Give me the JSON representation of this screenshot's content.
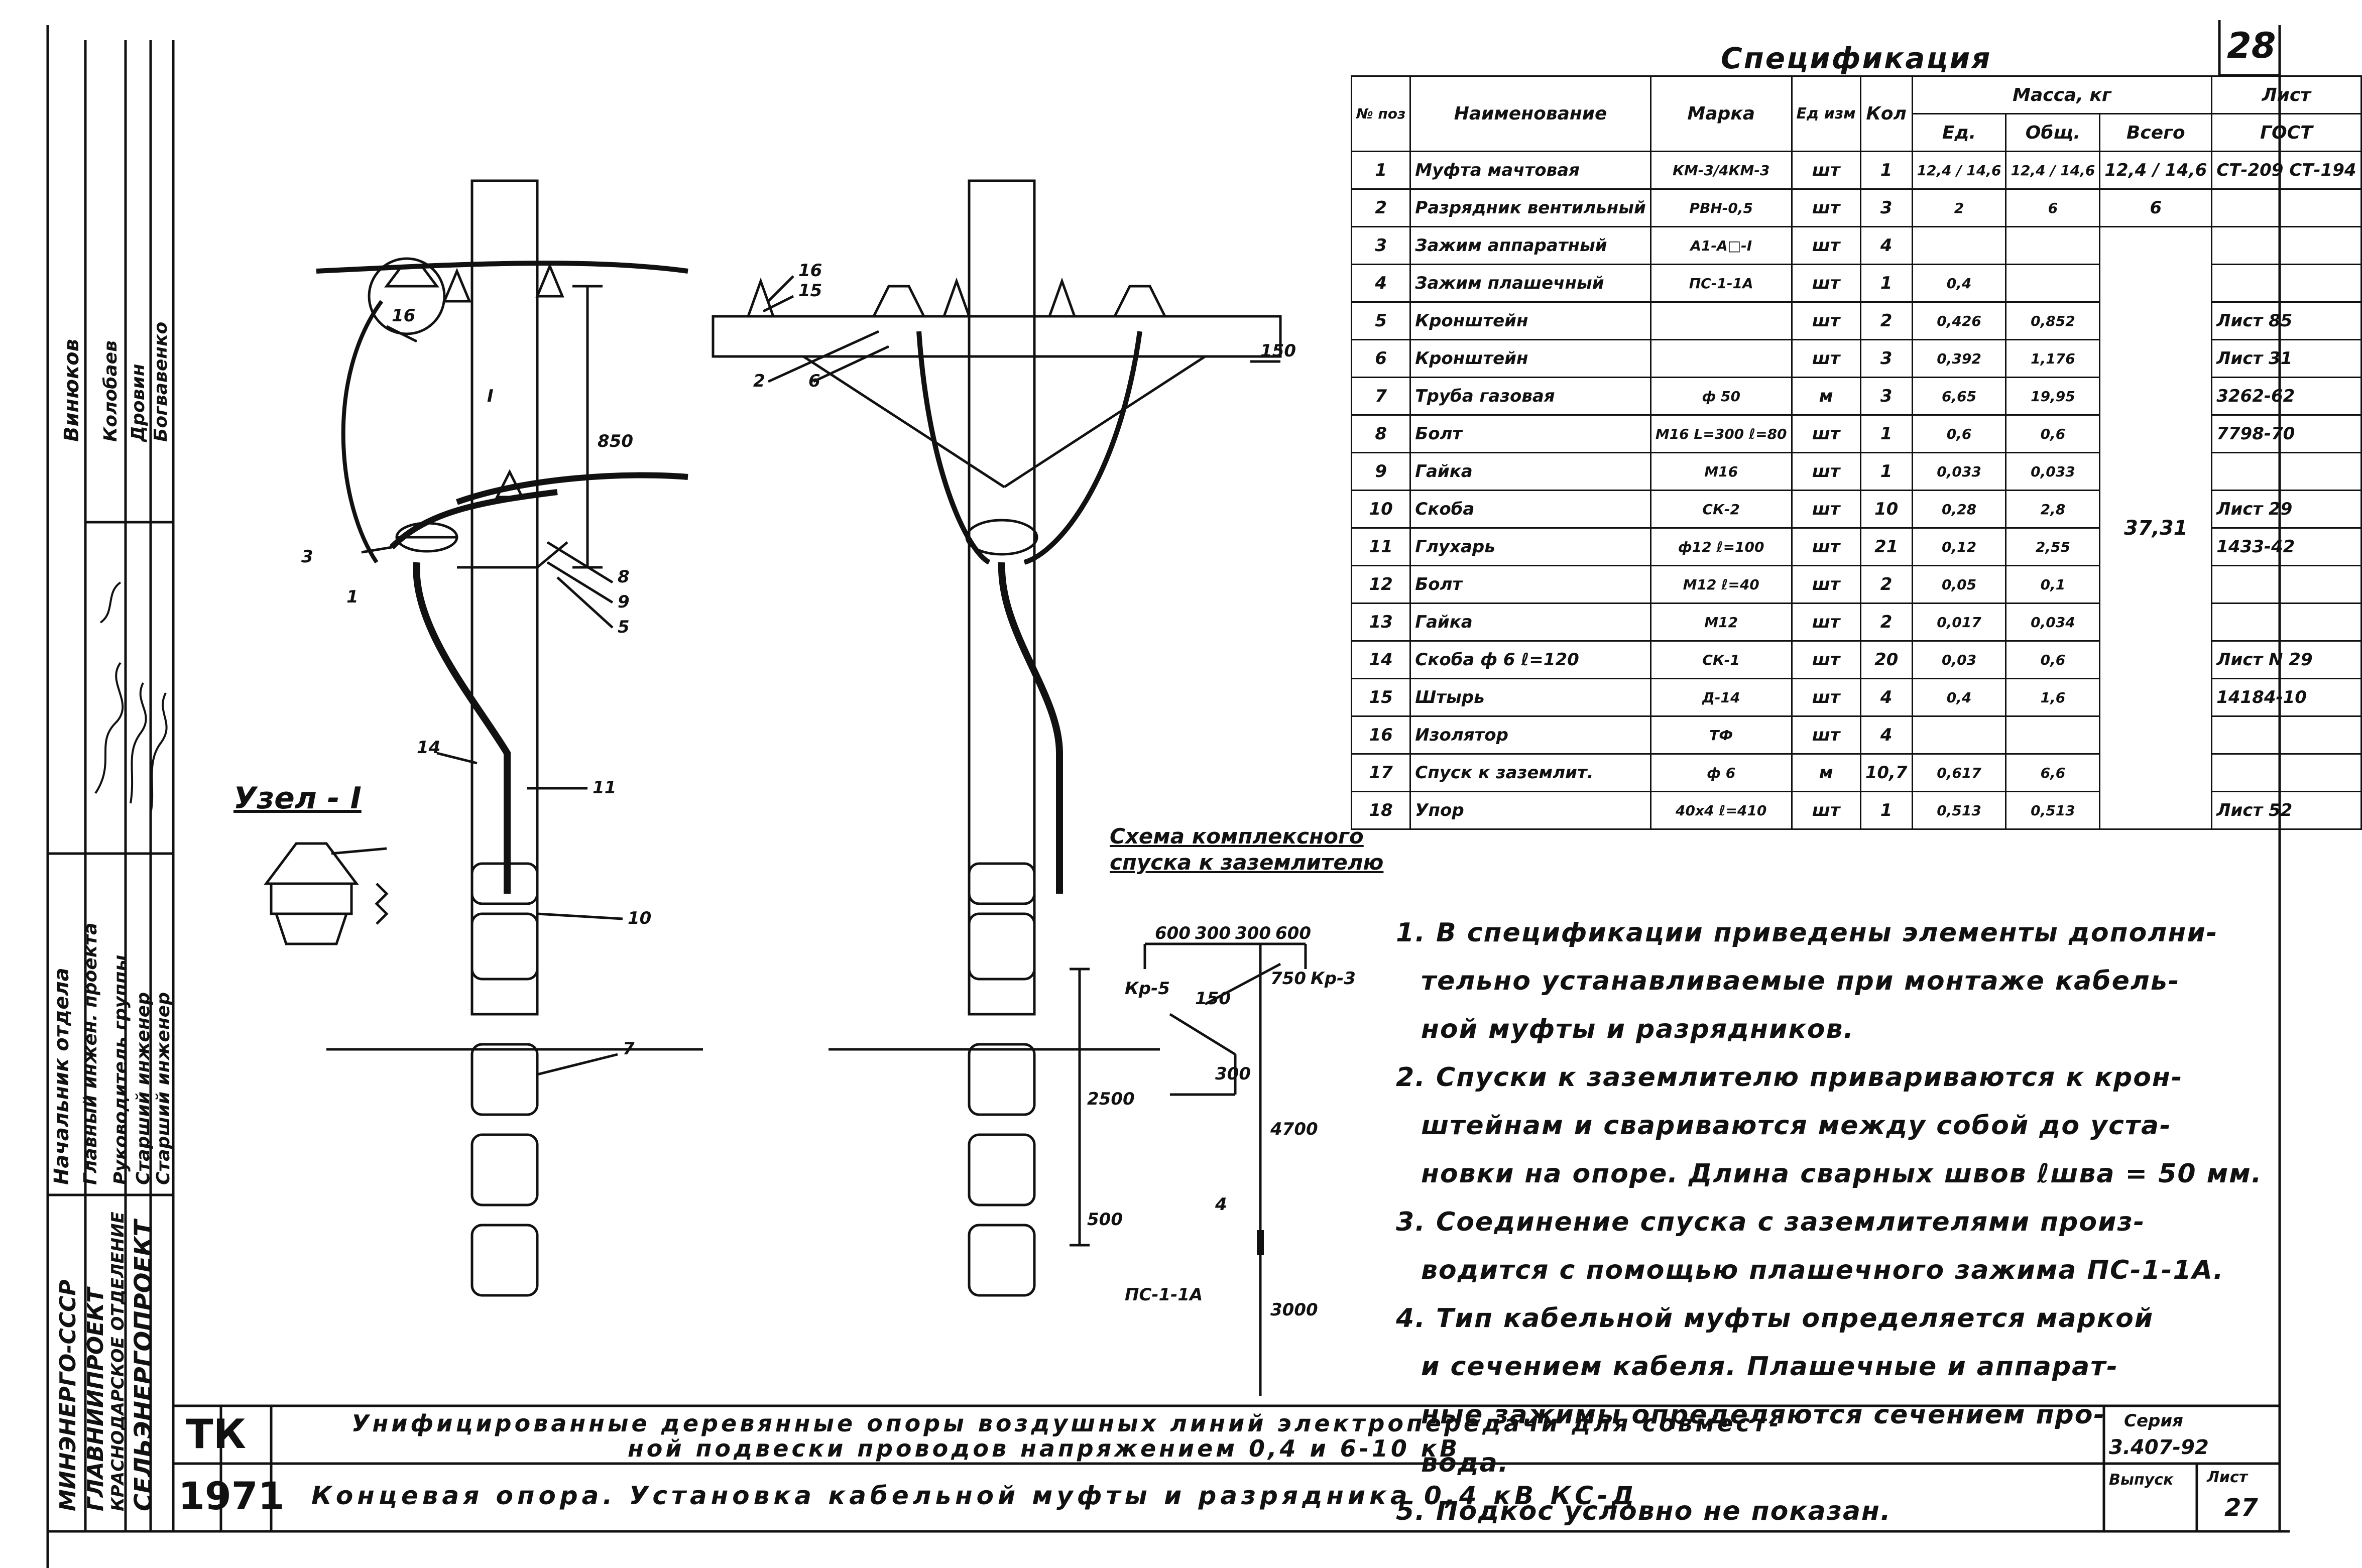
{
  "sheet_number": "28",
  "spec": {
    "title": "Спецификация",
    "headers": {
      "pos": "№ поз",
      "name": "Наименование",
      "mark": "Марка",
      "unit": "Ед изм",
      "qty": "Кол",
      "mass": "Масса, кг",
      "mass_unit": "Ед.",
      "mass_total": "Общ.",
      "mass_all": "Всего",
      "sheet": "Лист",
      "gost": "ГОСТ"
    },
    "total_mass": "37,31",
    "rows": [
      {
        "pos": "1",
        "name": "Муфта мачтовая",
        "mark": "КМ-3/4КМ-3",
        "unit": "шт",
        "qty": "1",
        "m1": "12,4 / 14,6",
        "m2": "12,4 / 14,6",
        "m3": "12,4 / 14,6",
        "ref": "СТ-209 СТ-194"
      },
      {
        "pos": "2",
        "name": "Разрядник вентильный",
        "mark": "РВН-0,5",
        "unit": "шт",
        "qty": "3",
        "m1": "2",
        "m2": "6",
        "m3": "6",
        "ref": ""
      },
      {
        "pos": "3",
        "name": "Зажим аппаратный",
        "mark": "А1-А□-I",
        "unit": "шт",
        "qty": "4",
        "m1": "",
        "m2": "",
        "m3": "",
        "ref": ""
      },
      {
        "pos": "4",
        "name": "Зажим плашечный",
        "mark": "ПС-1-1А",
        "unit": "шт",
        "qty": "1",
        "m1": "0,4",
        "m2": "",
        "m3": "",
        "ref": ""
      },
      {
        "pos": "5",
        "name": "Кронштейн",
        "mark": "",
        "unit": "шт",
        "qty": "2",
        "m1": "0,426",
        "m2": "0,852",
        "m3": "",
        "ref": "Лист 85"
      },
      {
        "pos": "6",
        "name": "Кронштейн",
        "mark": "",
        "unit": "шт",
        "qty": "3",
        "m1": "0,392",
        "m2": "1,176",
        "m3": "",
        "ref": "Лист 31"
      },
      {
        "pos": "7",
        "name": "Труба газовая",
        "mark": "ф 50",
        "unit": "м",
        "qty": "3",
        "m1": "6,65",
        "m2": "19,95",
        "m3": "",
        "ref": "3262-62"
      },
      {
        "pos": "8",
        "name": "Болт",
        "mark": "М16 L=300 ℓ=80",
        "unit": "шт",
        "qty": "1",
        "m1": "0,6",
        "m2": "0,6",
        "m3": "",
        "ref": "7798-70"
      },
      {
        "pos": "9",
        "name": "Гайка",
        "mark": "М16",
        "unit": "шт",
        "qty": "1",
        "m1": "0,033",
        "m2": "0,033",
        "m3": "",
        "ref": ""
      },
      {
        "pos": "10",
        "name": "Скоба",
        "mark": "СК-2",
        "unit": "шт",
        "qty": "10",
        "m1": "0,28",
        "m2": "2,8",
        "m3": "",
        "ref": "Лист 29"
      },
      {
        "pos": "11",
        "name": "Глухарь",
        "mark": "ф12 ℓ=100",
        "unit": "шт",
        "qty": "21",
        "m1": "0,12",
        "m2": "2,55",
        "m3": "",
        "ref": "1433-42"
      },
      {
        "pos": "12",
        "name": "Болт",
        "mark": "М12 ℓ=40",
        "unit": "шт",
        "qty": "2",
        "m1": "0,05",
        "m2": "0,1",
        "m3": "",
        "ref": ""
      },
      {
        "pos": "13",
        "name": "Гайка",
        "mark": "М12",
        "unit": "шт",
        "qty": "2",
        "m1": "0,017",
        "m2": "0,034",
        "m3": "",
        "ref": ""
      },
      {
        "pos": "14",
        "name": "Скоба ф 6 ℓ=120",
        "mark": "СК-1",
        "unit": "шт",
        "qty": "20",
        "m1": "0,03",
        "m2": "0,6",
        "m3": "",
        "ref": "Лист N 29"
      },
      {
        "pos": "15",
        "name": "Штырь",
        "mark": "Д-14",
        "unit": "шт",
        "qty": "4",
        "m1": "0,4",
        "m2": "1,6",
        "m3": "",
        "ref": "14184-10"
      },
      {
        "pos": "16",
        "name": "Изолятор",
        "mark": "ТФ",
        "unit": "шт",
        "qty": "4",
        "m1": "",
        "m2": "",
        "m3": "",
        "ref": ""
      },
      {
        "pos": "17",
        "name": "Спуск к заземлит.",
        "mark": "ф 6",
        "unit": "м",
        "qty": "10,7",
        "m1": "0,617",
        "m2": "6,6",
        "m3": "",
        "ref": ""
      },
      {
        "pos": "18",
        "name": "Упор",
        "mark": "40х4 ℓ=410",
        "unit": "шт",
        "qty": "1",
        "m1": "0,513",
        "m2": "0,513",
        "m3": "",
        "ref": "Лист 52"
      }
    ]
  },
  "notes": [
    "1. В спецификации приведены элементы дополни-",
    "тельно устанавливаемые при монтаже кабель-",
    "ной муфты и разрядников.",
    "2. Спуски к заземлителю привариваются к крон-",
    "штейнам и свариваются между собой до уста-",
    "новки на опоре. Длина сварных швов ℓшва = 50 мм.",
    "3. Соединение спуска с заземлителями произ-",
    "водится с помощью плашечного зажима ПС-1-1А.",
    "4. Тип кабельной муфты определяется маркой",
    "и сечением кабеля. Плашечные и аппарат-",
    "ные зажимы определяются сечением про-",
    "вода.",
    "5. Подкос условно не показан."
  ],
  "scheme": {
    "title_line1": "Схема комплексного",
    "title_line2": "спуска к заземлителю",
    "dims": [
      "600",
      "300",
      "300",
      "600",
      "150",
      "750",
      "300",
      "4700",
      "3000"
    ],
    "labels": [
      "Кр-5",
      "Кр-3",
      "4",
      "ПС-1-1А"
    ]
  },
  "node": {
    "title": "Узел - I"
  },
  "left_pole": {
    "callouts": [
      "16",
      "15",
      "I",
      "850",
      "3",
      "1",
      "8",
      "9",
      "5",
      "14",
      "11",
      "10",
      "7"
    ]
  },
  "right_pole": {
    "callouts": [
      "16",
      "15",
      "2",
      "6",
      "150",
      "2500",
      "500"
    ]
  },
  "title_block": {
    "tk": "ТК",
    "year": "1971",
    "title_line1": "Унифицированные деревянные опоры воздушных линий электропередачи для совмест-",
    "title_line2": "ной подвески проводов напряжением 0,4 и 6-10 кВ",
    "subtitle": "Концевая опора. Установка кабельной муфты и разрядника 0,4 кВ КС-Д",
    "series_label": "Серия",
    "series": "3.407-92",
    "issue_label": "Выпуск",
    "sheet_label": "Лист",
    "sheet": "27"
  },
  "side_stamp": {
    "org": [
      "МИНЭНЕРГО-СССР",
      "ГЛАВНИИПРОЕКТ",
      "КРАСНОДАРСКОЕ ОТДЕЛЕНИЕ",
      "СЕЛЬЭНЕРГОПРОЕКТ"
    ],
    "roles": [
      "Начальник отдела",
      "Главный инжен. проекта",
      "Руководитель группы",
      "Старший инженер",
      "Старший инженер"
    ],
    "names": [
      "Винюков",
      "Колобаев",
      "Дровин",
      "Богвавенко"
    ]
  }
}
